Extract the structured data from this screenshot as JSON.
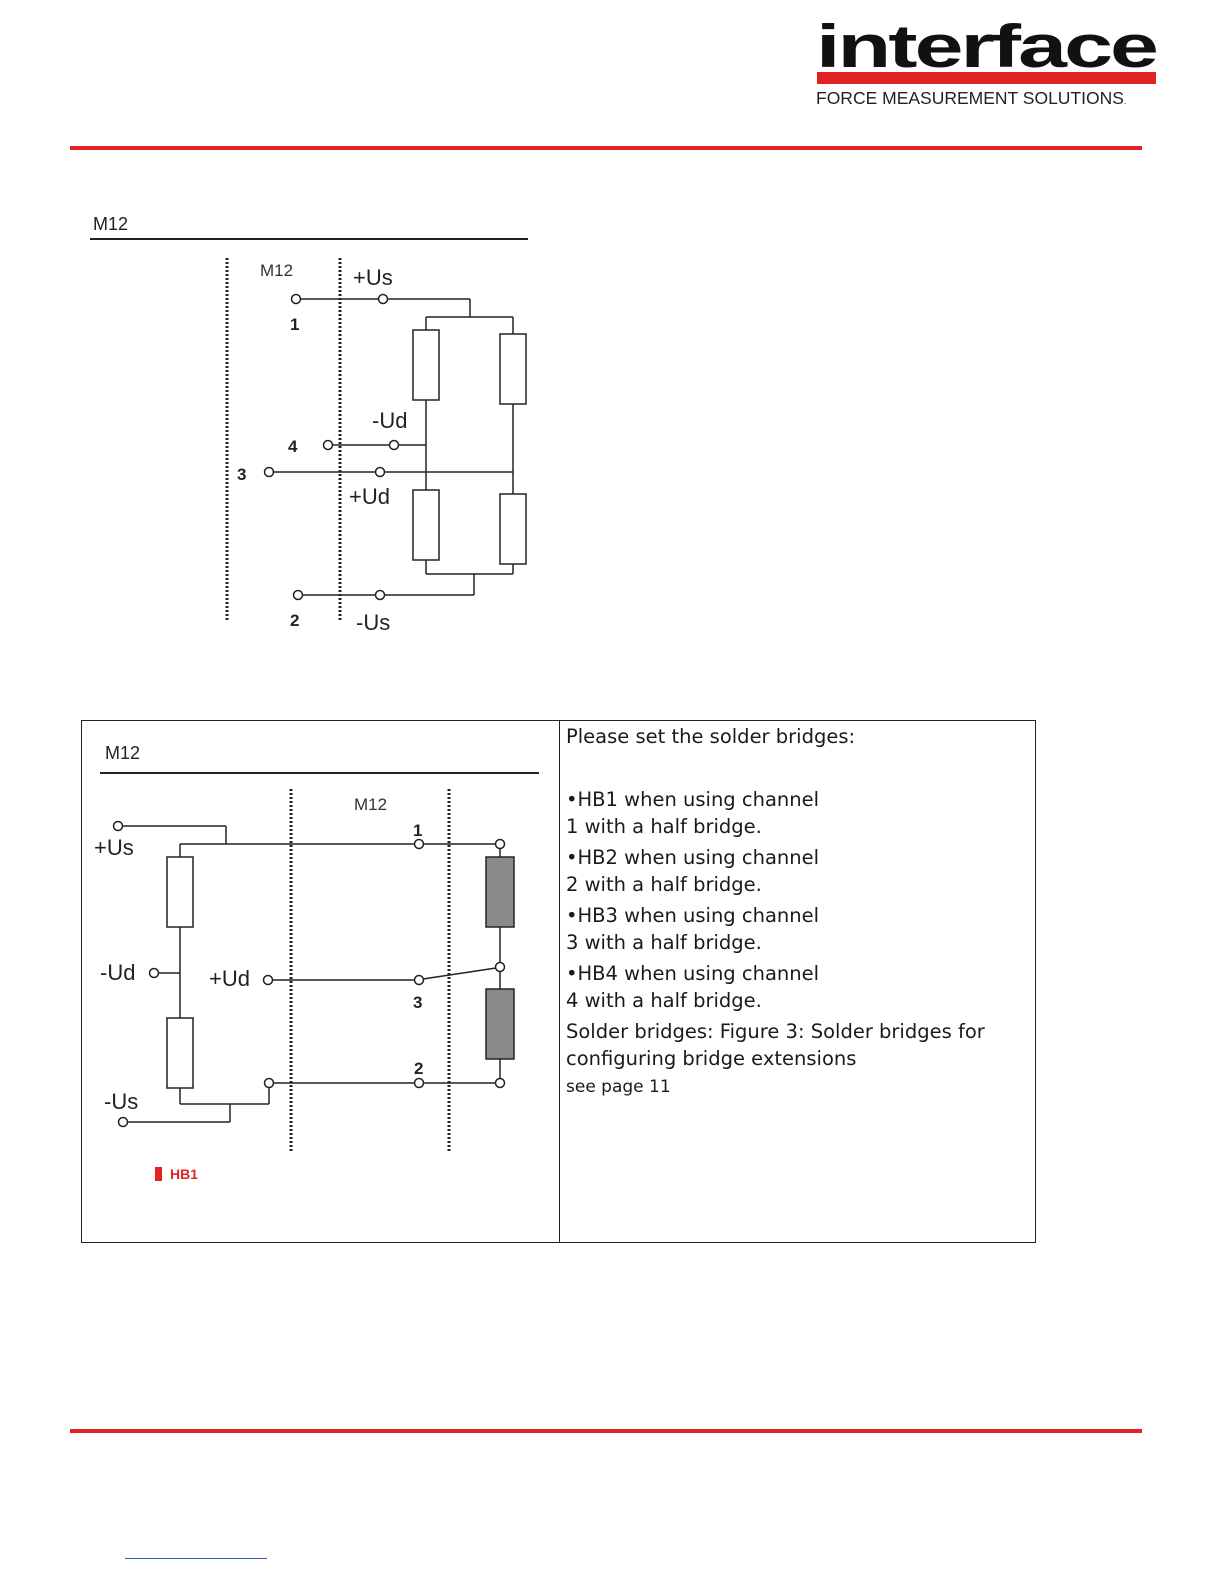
{
  "header": {
    "logo_word": "interface",
    "logo_tagline": "FORCE MEASUREMENT SOLUTIONS",
    "logo_trademark": ".",
    "brand_color": "#e02424"
  },
  "diagram_top": {
    "heading": "M12",
    "connector_label": "M12",
    "labels": {
      "plus_us": "+Us",
      "minus_ud": "-Ud",
      "plus_ud": "+Ud",
      "minus_us": "-Us",
      "pin1": "1",
      "pin2": "2",
      "pin3": "3",
      "pin4": "4"
    }
  },
  "diagram_bottom": {
    "heading": "M12",
    "connector_label": "M12",
    "labels": {
      "plus_us": "+Us",
      "minus_ud": "-Ud",
      "plus_ud": "+Ud",
      "minus_us": "-Us",
      "pin1": "1",
      "pin2": "2",
      "pin3": "3"
    },
    "bridge_label": "HB1"
  },
  "instructions": {
    "intro": "Please set the solder bridges:",
    "items": [
      {
        "line1": "•HB1 when using channel",
        "line2": "1 with a half bridge."
      },
      {
        "line1": "•HB2 when using channel",
        "line2": "2 with a half bridge."
      },
      {
        "line1": "•HB3 when using channel",
        "line2": "3 with a half bridge."
      },
      {
        "line1": "•HB4 when using channel",
        "line2": "4 with a half bridge."
      }
    ],
    "reference_line1": "Solder bridges: Figure 3: Solder bridges for",
    "reference_line2": "configuring bridge extensions",
    "see_page": "see page 11"
  }
}
